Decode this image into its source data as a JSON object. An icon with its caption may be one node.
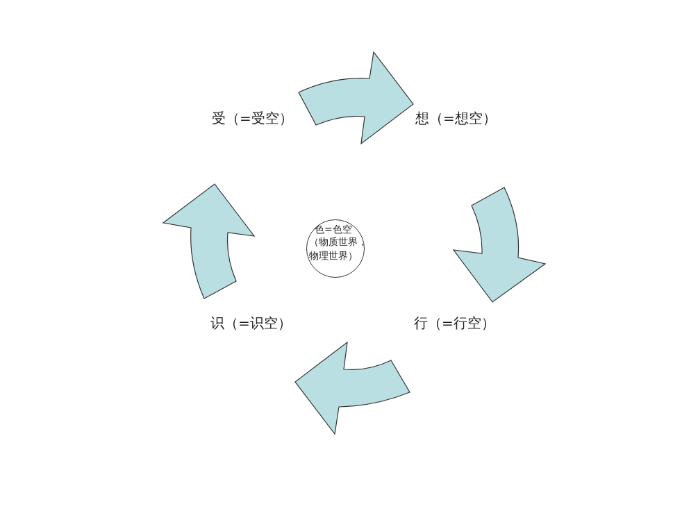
{
  "diagram": {
    "nodes": [
      {
        "text": [
          "受（=受空）"
        ]
      },
      {
        "text": [
          "想（=想空）"
        ]
      },
      {
        "text": [
          "行（=行空）"
        ]
      },
      {
        "text": [
          "识（=识空）"
        ]
      },
      {
        "text": [
          "色=色空",
          "（物质世界，物理世界）"
        ]
      }
    ],
    "edges": [
      {
        "from": 0,
        "to": 1,
        "arrow": "to"
      },
      {
        "from": 1,
        "to": 2,
        "arrow": "to"
      },
      {
        "from": 2,
        "to": 3,
        "arrow": "to"
      },
      {
        "from": 3,
        "to": 0,
        "arrow": "to"
      }
    ]
  }
}
